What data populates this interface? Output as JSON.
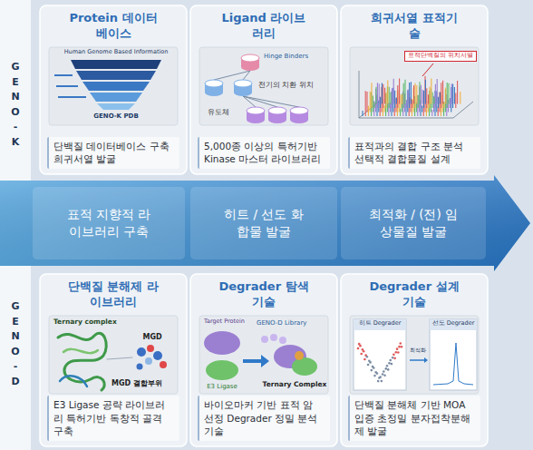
{
  "diagram": {
    "nodes": [
      {
        "text": [
          "Protein 데이터베이스",
          "단백질 데이터베이스 구축 희귀서열 발굴"
        ]
      },
      {
        "text": [
          "Ligand 라이브러리",
          "5,000종 이상의 특허기반 Kinase 마스터 라이브러리"
        ]
      },
      {
        "text": [
          "희귀서열 표적기술",
          "표적과의 결합 구조 분석 선택적 결합물질 설계"
        ]
      },
      {
        "text": [
          "표적 지향적 라이브러리 구축"
        ]
      },
      {
        "text": [
          "히트 / 선도 화합물 발굴"
        ]
      },
      {
        "text": [
          "최적화 / (전) 임상물질 발굴"
        ]
      },
      {
        "text": [
          "단백질 분해제 라이브러리",
          "E3 Ligase 공략 라이브러리 특허기반 독창적 골격 구축"
        ]
      },
      {
        "text": [
          "Degrader 탐색기술",
          "바이오마커 기반 표적 암 선정 Degrader 정밀 분석기술"
        ]
      },
      {
        "text": [
          "Degrader 설계기술",
          "단백질 분해체 기반 MOA 입증 초정밀 분자접착분해제 발굴"
        ]
      }
    ],
    "labels": [
      "GENO-K",
      "Human Genome Based Information",
      "GENO-K PDB",
      "Hinge Binders",
      "전기의 치환 위치",
      "유도체",
      "표적단백질의 위치서열",
      "GENO-D",
      "Ternary complex",
      "MGD",
      "MGD 결합부위",
      "Target Protein",
      "GENO-D Library",
      "E3 Ligase",
      "Ternary Complex",
      "히트 Degrader",
      "선도 Degrader",
      "최적화"
    ]
  }
}
